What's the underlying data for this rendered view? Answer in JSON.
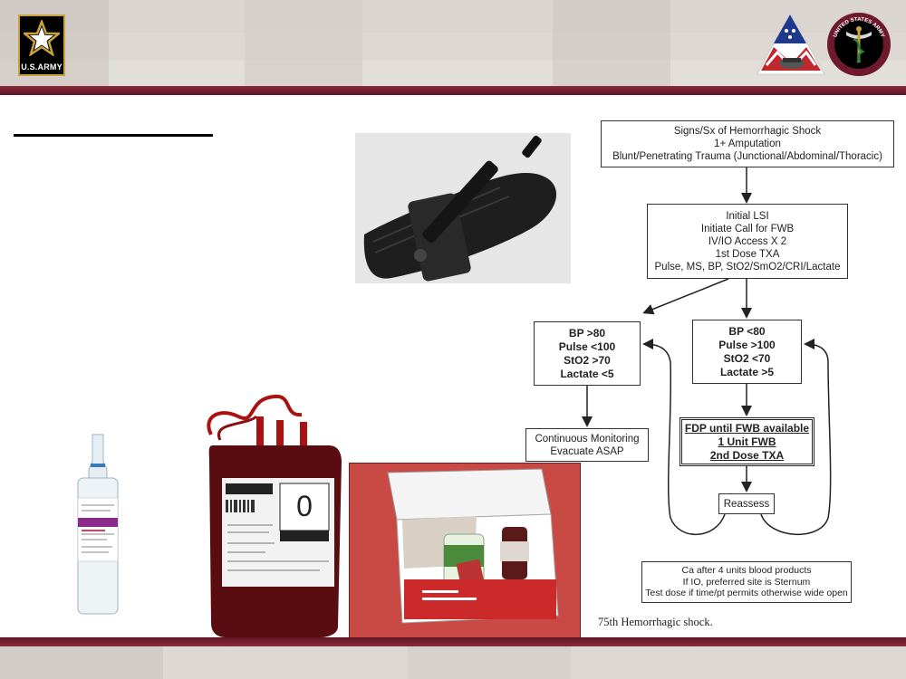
{
  "header": {
    "army_logo_text": "U.S.ARMY",
    "seal_right_text": "UNITED STATES ARMY",
    "colors": {
      "maroon": "#6e1a2c",
      "gold": "#c9a23a",
      "camo": "#ddd8d4"
    }
  },
  "flowchart": {
    "start": [
      "Signs/Sx of Hemorrhagic Shock",
      "1+ Amputation",
      "Blunt/Penetrating Trauma (Junctional/Abdominal/Thoracic)"
    ],
    "initial": [
      "Initial LSI",
      "Initiate Call for FWB",
      "IV/IO Access X 2",
      "1st Dose TXA",
      "Pulse, MS, BP, StO2/SmO2/CRI/Lactate"
    ],
    "stable": [
      "BP >80",
      "Pulse <100",
      "StO2 >70",
      "Lactate <5"
    ],
    "unstable": [
      "BP <80",
      "Pulse >100",
      "StO2 <70",
      "Lactate >5"
    ],
    "monitor": [
      "Continuous Monitoring",
      "Evacuate ASAP"
    ],
    "treatment": [
      "FDP until FWB available",
      "1 Unit FWB",
      "2nd Dose TXA"
    ],
    "reassess": "Reassess",
    "notes": [
      "Ca after 4 units blood products",
      "If IO, preferred site is Sternum",
      "Test dose if time/pt permits otherwise wide open"
    ]
  },
  "caption": "75th Hemorrhagic shock."
}
